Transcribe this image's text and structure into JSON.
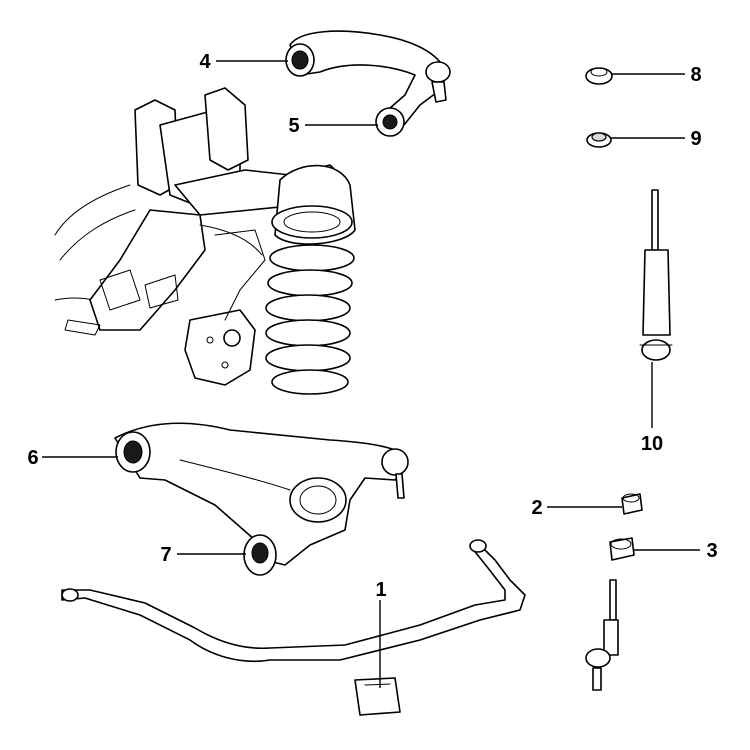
{
  "callouts": [
    {
      "id": "c1",
      "label": "1"
    },
    {
      "id": "c2",
      "label": "2"
    },
    {
      "id": "c3",
      "label": "3"
    },
    {
      "id": "c4",
      "label": "4"
    },
    {
      "id": "c5",
      "label": "5"
    },
    {
      "id": "c6",
      "label": "6"
    },
    {
      "id": "c7",
      "label": "7"
    },
    {
      "id": "c8",
      "label": "8"
    },
    {
      "id": "c9",
      "label": "9"
    },
    {
      "id": "c10",
      "label": "10"
    }
  ]
}
